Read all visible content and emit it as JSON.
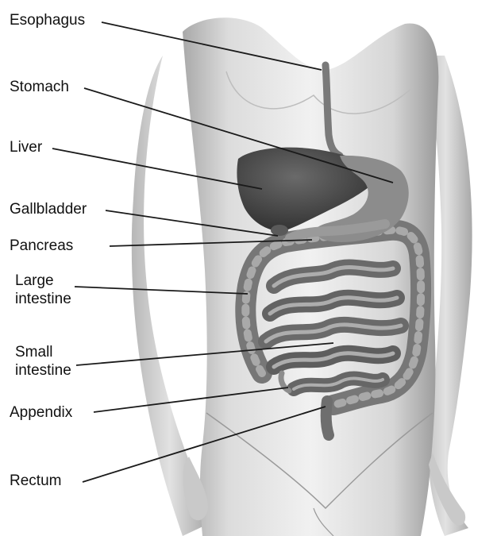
{
  "labels": {
    "esophagus": "Esophagus",
    "stomach": "Stomach",
    "liver": "Liver",
    "gallbladder": "Gallbladder",
    "pancreas": "Pancreas",
    "large_intestine": [
      "Large",
      "intestine"
    ],
    "small_intestine": [
      "Small",
      "intestine"
    ],
    "appendix": "Appendix",
    "rectum": "Rectum"
  },
  "colors": {
    "skin_light": "#ececec",
    "skin_mid": "#cfcfcf",
    "skin_shadow": "#9e9e9e",
    "liver": "#3d3d3d",
    "stomach": "#8a8a8a",
    "intestine": "#6e6e6e",
    "intestine_highlight": "#b5b5b5",
    "leader_line": "#1a1a1a"
  }
}
